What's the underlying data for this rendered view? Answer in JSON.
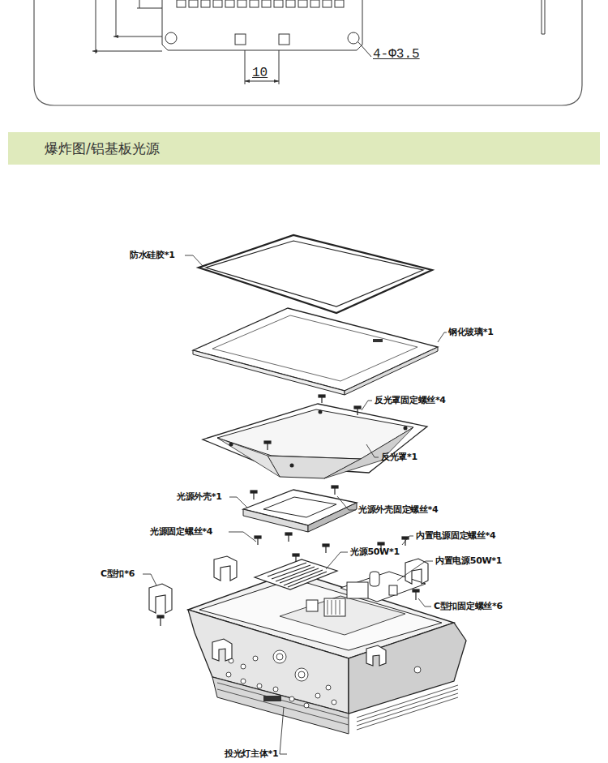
{
  "diagram": {
    "title": "爆炸图/铝基板光源",
    "labels": [
      "4-Φ3.5",
      "10",
      "防水硅胶*1",
      "钢化玻璃*1",
      "反光罩固定螺丝*4",
      "反光罩*1",
      "光源外壳*1",
      "光源外壳固定螺丝*4",
      "光源固定螺丝*4",
      "光源50W*1",
      "内置电源固定螺丝*4",
      "内置电源50W*1",
      "C型扣*6",
      "C型扣固定螺丝*6",
      "投光灯主体*1"
    ]
  }
}
